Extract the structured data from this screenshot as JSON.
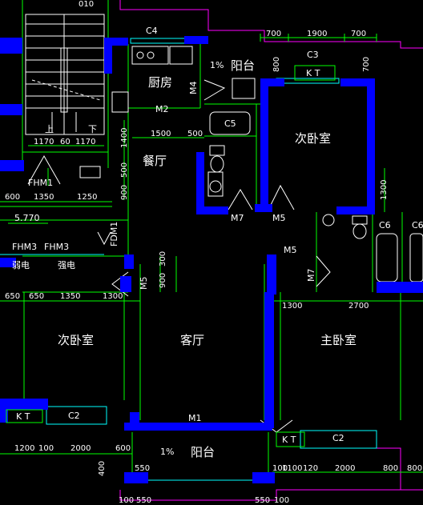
{
  "colors": {
    "background": "#000000",
    "wall": "#0000ff",
    "thin_line": "#00ff00",
    "window_line": "#00ffff",
    "fixture": "#ffffff",
    "outline": "#ff00ff"
  },
  "rooms": {
    "kitchen": "厨房",
    "dining": "餐厅",
    "second_bedroom_upper": "次卧室",
    "second_bedroom_left": "次卧室",
    "living_room": "客厅",
    "master_bedroom": "主卧室",
    "balcony_upper": "阳台",
    "balcony_lower": "阳台",
    "weak_current": "弱电",
    "strong_current": "强电"
  },
  "slopes": {
    "upper": "1%",
    "lower": "1%"
  },
  "labels": {
    "c4": "C4",
    "c3": "C3",
    "c5": "C5",
    "c6a": "C6",
    "c6b": "C6",
    "c2_left": "C2",
    "c2_right": "C2",
    "m1": "M1",
    "m2": "M2",
    "m4": "M4",
    "m5_a": "M5",
    "m5_b": "M5",
    "m5_c": "M5",
    "m7_a": "M7",
    "m7_b": "M7",
    "fhm1": "FHM1",
    "fhm3_a": "FHM3",
    "fhm3_b": "FHM3",
    "fdm1": "FDM1",
    "kt_upper": "K T",
    "kt_left": "K T",
    "kt_right": "K T",
    "stair_up": "上",
    "stair_down": "下",
    "elevation": "5.770"
  },
  "dims": {
    "top_700a": "700",
    "top_1900": "1900",
    "top_700b": "700",
    "v_800": "800",
    "v_700": "700",
    "v_1400": "1400",
    "v_500a": "500",
    "v_900a": "900",
    "v_1300": "1300",
    "v_300": "300",
    "v_900b": "900",
    "v_400": "400",
    "h_1500": "1500",
    "h_500": "500",
    "stair_1170a": "1170",
    "stair_60": "60",
    "stair_1170b": "1170",
    "l_600": "600",
    "l_1350": "1350",
    "l_1250": "1250",
    "m_650a": "650",
    "m_650b": "650",
    "m_1350": "1350",
    "m_1300a": "1300",
    "m_1300b": "1300",
    "m_2700": "2700",
    "b_1200": "1200",
    "b_100a": "100",
    "b_2000a": "2000",
    "b_600": "600",
    "b_550a": "550",
    "b_100b": "100",
    "b_1100": "1100",
    "b_120": "120",
    "b_2000b": "2000",
    "b_800a": "800",
    "b_800b": "800",
    "bot_100a": "100",
    "bot_550a": "550",
    "bot_550b": "550",
    "bot_100b": "100",
    "top_cut": "010"
  }
}
